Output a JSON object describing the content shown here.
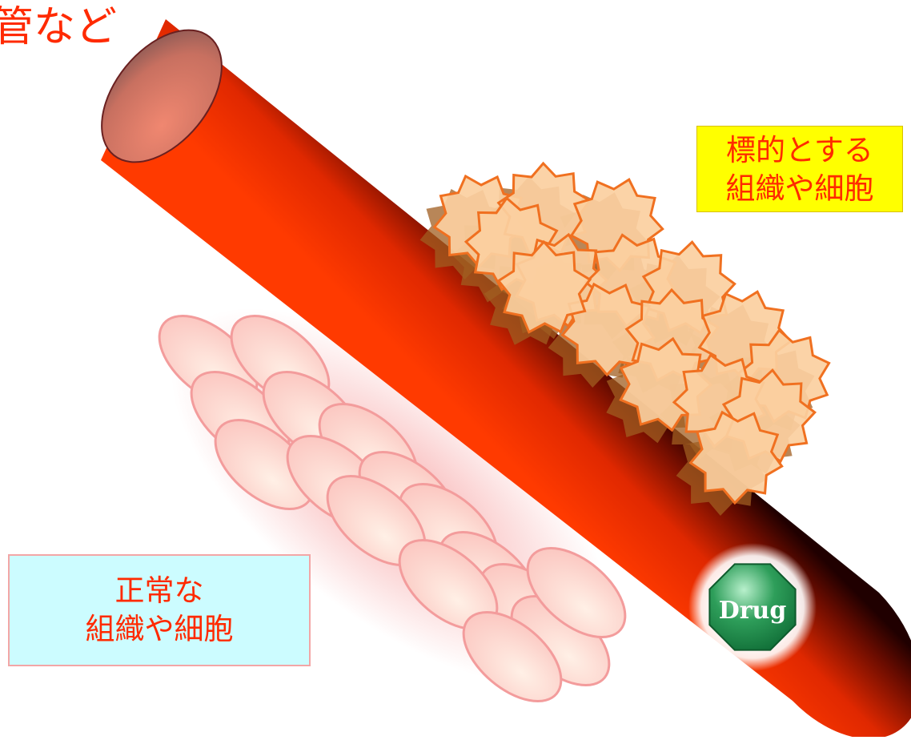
{
  "title": {
    "text": "管など",
    "color": "#ff2a00"
  },
  "target_label": {
    "lines": [
      "標的とする",
      "組織や細胞"
    ],
    "bg": "#ffff00",
    "text_color": "#ff2a00"
  },
  "normal_label": {
    "lines": [
      "正常な",
      "組織や細胞"
    ],
    "bg": "#ccfcff",
    "text_color": "#ff2a00"
  },
  "drug_label": {
    "text": "Drug",
    "color": "#ffffff"
  },
  "colors": {
    "vessel_light": "#ff3a00",
    "vessel_dark": "#2a0000",
    "target_cell_fill": "#fbcf9f",
    "target_cell_stroke": "#f07020",
    "normal_cell_fill": "#fde0d8",
    "normal_cell_stroke": "#f39c9c",
    "drug_fill": "#2e9e5a"
  }
}
